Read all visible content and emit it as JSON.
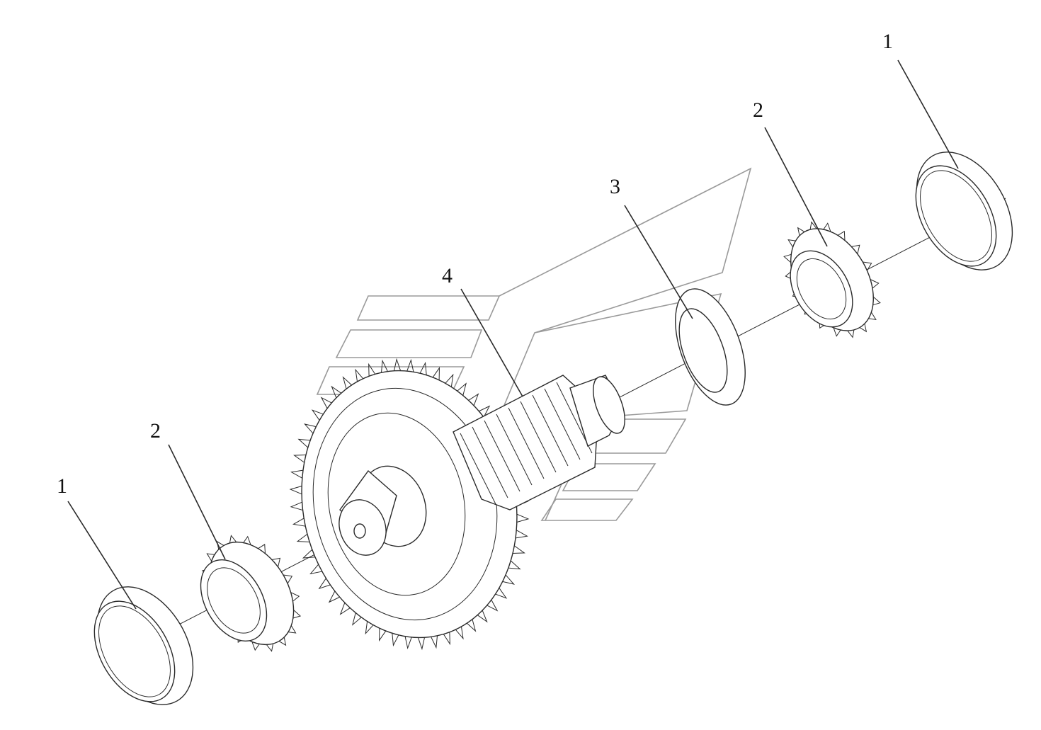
{
  "diagram": {
    "callouts": [
      {
        "id": "c1a",
        "text": "1"
      },
      {
        "id": "c2a",
        "text": "2"
      },
      {
        "id": "c3",
        "text": "3"
      },
      {
        "id": "c4",
        "text": "4"
      },
      {
        "id": "c2b",
        "text": "2"
      },
      {
        "id": "c1b",
        "text": "1"
      }
    ],
    "parts": [
      {
        "ref": "1",
        "icon": "bearing-cup-icon"
      },
      {
        "ref": "2",
        "icon": "tapered-roller-bearing-icon"
      },
      {
        "ref": "3",
        "icon": "thrust-washer-icon"
      },
      {
        "ref": "4",
        "icon": "helical-gear-shaft-icon"
      }
    ],
    "colors": {
      "line": "#2a2a2a",
      "watermark": "#9a9a9a",
      "background": "#ffffff"
    }
  }
}
